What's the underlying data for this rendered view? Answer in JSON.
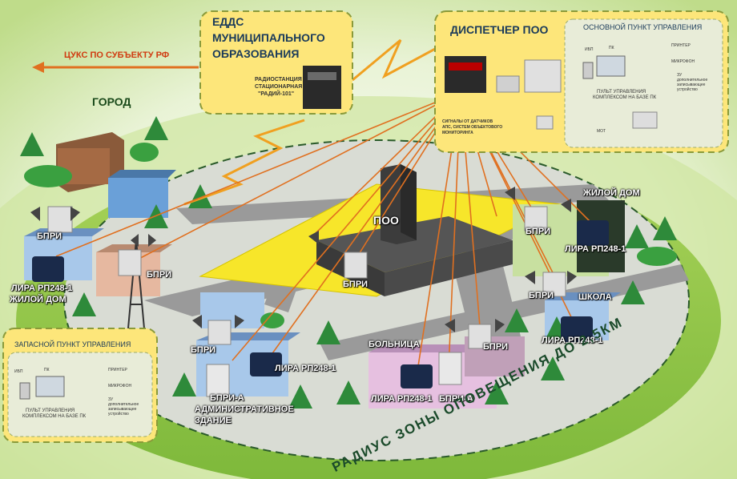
{
  "edds": {
    "title": "ЕДДС",
    "subtitle1": "МУНИЦИПАЛЬНОГО",
    "subtitle2": "ОБРАЗОВАНИЯ",
    "radio1": "РАДИОСТАНЦИЯ",
    "radio2": "СТАЦИОНАРНАЯ",
    "radio3": "\"РАДИЙ-101\""
  },
  "tsuks": {
    "label": "ЦУКС ПО СУБЪЕКТУ РФ"
  },
  "dispatcher": {
    "title": "ДИСПЕТЧЕР ПОО",
    "sensors1": "СИГНАЛЫ ОТ ДАТЧИКОВ",
    "sensors2": "АПС, СИСТЕМ ОБЪЕКТОВОГО",
    "sensors3": "МОНИТОРИНГА"
  },
  "main_point": {
    "title": "ОСНОВНОЙ ПУНКТ УПРАВЛЕНИЯ",
    "ibp": "ИБП",
    "pc": "ПК",
    "printer": "ПРИНТЕР",
    "mic": "МИКРОФОН",
    "device1": "ЗУ",
    "device2": "дополнительное",
    "device3": "записывающее",
    "device4": "устройство",
    "console1": "ПУЛЬТ УПРАВЛЕНИЯ",
    "console2": "КОМПЛЕКСОМ НА БАЗЕ ПК",
    "mgt": "МОТ"
  },
  "backup_point": {
    "title": "ЗАПАСНОЙ ПУНКТ УПРАВЛЕНИЯ",
    "ibp": "ИБП",
    "pc": "ПК",
    "printer": "ПРИНТЕР",
    "mic": "МИКРОФОН",
    "console1": "ПУЛЬТ УПРАВЛЕНИЯ",
    "console2": "КОМПЛЕКСОМ НА БАЗЕ ПК",
    "device1": "ЗУ",
    "device2": "дополнительное",
    "device3": "записывающее",
    "device4": "устройство"
  },
  "city": {
    "label": "ГОРОД"
  },
  "poo": {
    "label": "ПОО"
  },
  "labels": {
    "bpri": "БПРИ",
    "bpri_a": "БПРИ-А",
    "lira": "ЛИРА РП248-1",
    "residential": "ЖИЛОЙ ДОМ",
    "school": "ШКОЛА",
    "hospital": "БОЛЬНИЦА",
    "admin1": "АДМИНИСТРАТИВНОЕ",
    "admin2": "ЗДАНИЕ"
  },
  "radius": {
    "label": "РАДИУС ЗОНЫ ОПОВЕЩЕНИЯ ДО 2,5КМ"
  },
  "colors": {
    "accent_orange": "#e07020",
    "panel_yellow": "#fde67a",
    "grass_green": "#8fc641",
    "zone_yellow": "#f7e62a"
  }
}
